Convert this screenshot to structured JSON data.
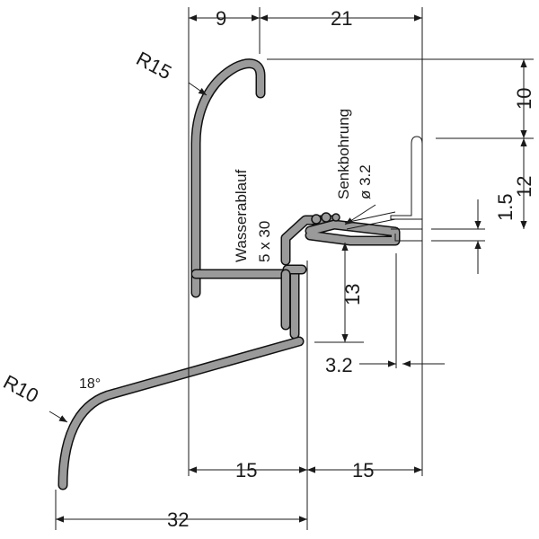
{
  "drawing": {
    "dimensions": {
      "top_left": "9",
      "top_right": "21",
      "right_upper": "10",
      "right_lower": "12",
      "gap": "1.5",
      "height": "13",
      "offset": "3.2",
      "bottom_left": "15",
      "bottom_right": "15",
      "overall": "32"
    },
    "radii": {
      "upper": "R15",
      "lower": "R10"
    },
    "angle": "18°",
    "labels": {
      "drain_title": "Wasserablauf",
      "drain_size": "5 x 30",
      "countersink_title": "Senkbohrung",
      "countersink_size": "ø 3.2"
    },
    "colors": {
      "profile_fill": "#9a9a9a",
      "outline": "#111111",
      "line": "#1a1a1a"
    }
  }
}
